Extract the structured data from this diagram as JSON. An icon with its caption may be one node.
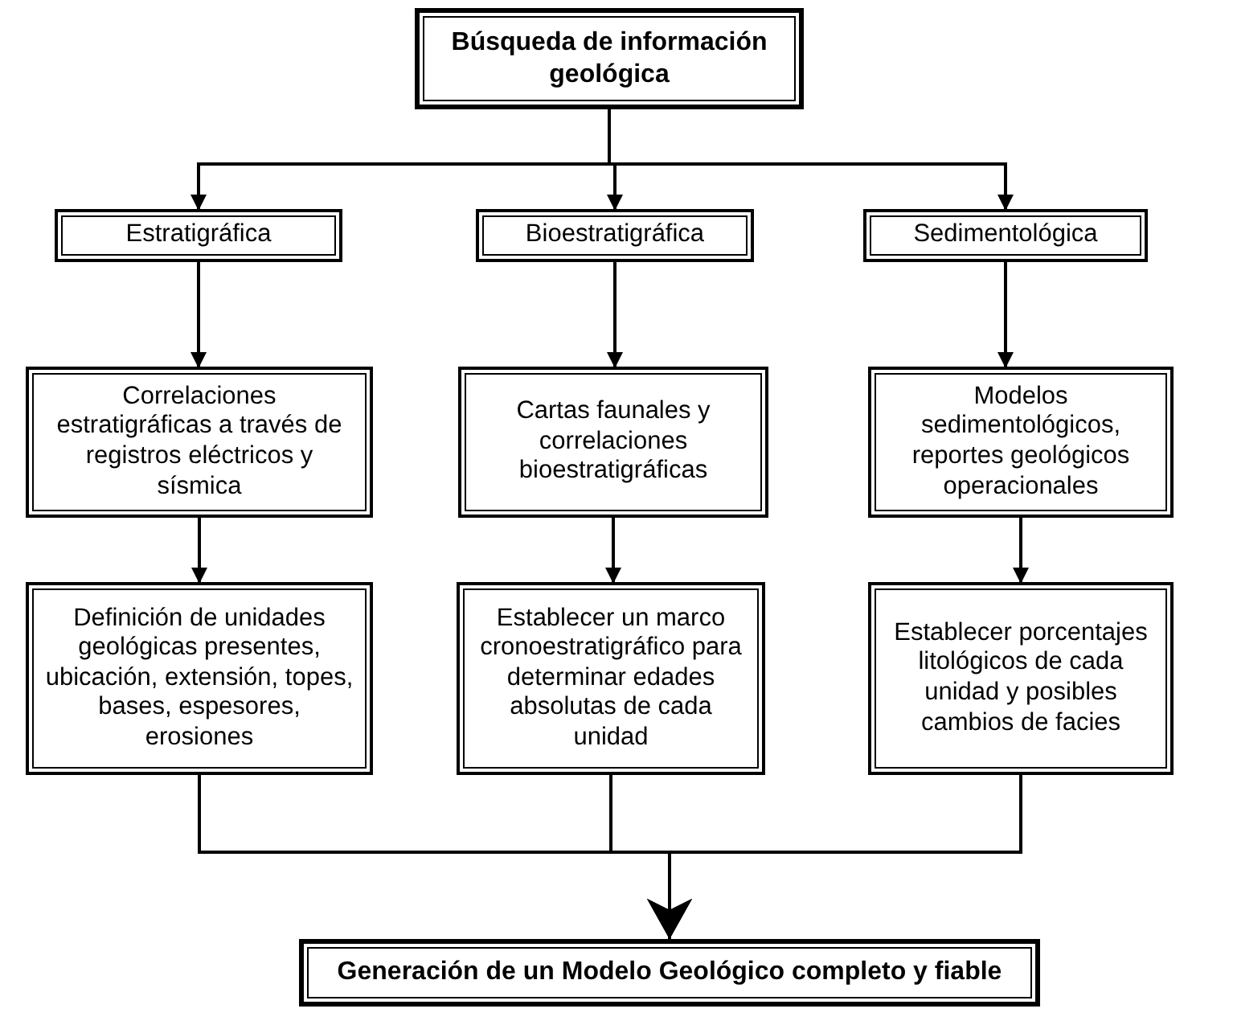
{
  "diagram": {
    "nodes": [
      {
        "text": [
          "Búsqueda de información geológica"
        ]
      },
      {
        "text": [
          "Estratigráfica"
        ]
      },
      {
        "text": [
          "Bioestratigráfica"
        ]
      },
      {
        "text": [
          "Sedimentológica"
        ]
      },
      {
        "text": [
          "Correlaciones estratigráficas a través de registros eléctricos y sísmica"
        ]
      },
      {
        "text": [
          "Cartas faunales y correlaciones bioestratigráficas"
        ]
      },
      {
        "text": [
          "Modelos sedimentológicos, reportes geológicos operacionales"
        ]
      },
      {
        "text": [
          "Definición de unidades geológicas presentes, ubicación, extensión, topes, bases, espesores, erosiones"
        ]
      },
      {
        "text": [
          "Establecer un marco cronoestratigráfico para determinar edades absolutas de cada unidad"
        ]
      },
      {
        "text": [
          "Establecer porcentajes litológicos de cada unidad y posibles cambios de facies"
        ]
      },
      {
        "text": [
          "Generación de un Modelo Geológico completo y fiable"
        ]
      }
    ],
    "edges": [
      {
        "from": 0,
        "to": 1,
        "arrow": "to"
      },
      {
        "from": 0,
        "to": 2,
        "arrow": "to"
      },
      {
        "from": 0,
        "to": 3,
        "arrow": "to"
      },
      {
        "from": 1,
        "to": 4,
        "arrow": "to"
      },
      {
        "from": 2,
        "to": 5,
        "arrow": "to"
      },
      {
        "from": 3,
        "to": 6,
        "arrow": "to"
      },
      {
        "from": 4,
        "to": 7,
        "arrow": "to"
      },
      {
        "from": 5,
        "to": 8,
        "arrow": "to"
      },
      {
        "from": 6,
        "to": 9,
        "arrow": "to"
      },
      {
        "from": 7,
        "to": 10,
        "arrow": "to"
      },
      {
        "from": 8,
        "to": 10,
        "arrow": "to"
      },
      {
        "from": 9,
        "to": 10,
        "arrow": "to"
      }
    ]
  }
}
